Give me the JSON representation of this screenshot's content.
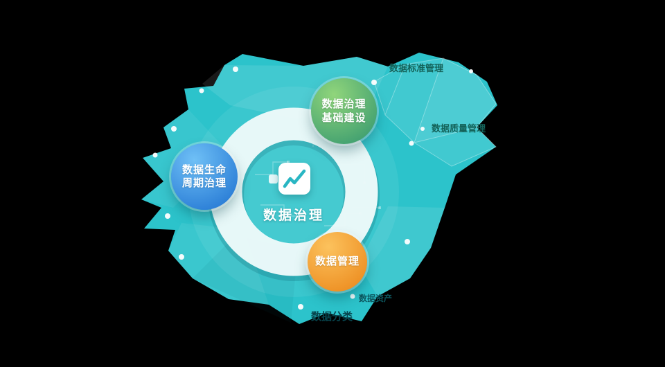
{
  "diagram": {
    "title": "数据治理",
    "center_icon": "trend-chart-icon",
    "badges": {
      "foundation": {
        "line1": "数据治理",
        "line2": "基础建设",
        "color": "#46a371"
      },
      "lifecycle": {
        "line1": "数据生命",
        "line2": "周期治理",
        "color": "#2e81d8"
      },
      "management": {
        "line1": "数据管理",
        "color": "#ee9226"
      }
    },
    "background_labels": {
      "standard": "数据标准管理",
      "quality": "数据质量管理",
      "asset": "数据资产",
      "classification": "数据分类"
    },
    "colors": {
      "blob": "#2cc3cb",
      "ring": "#edfafa",
      "background": "#000000"
    }
  }
}
